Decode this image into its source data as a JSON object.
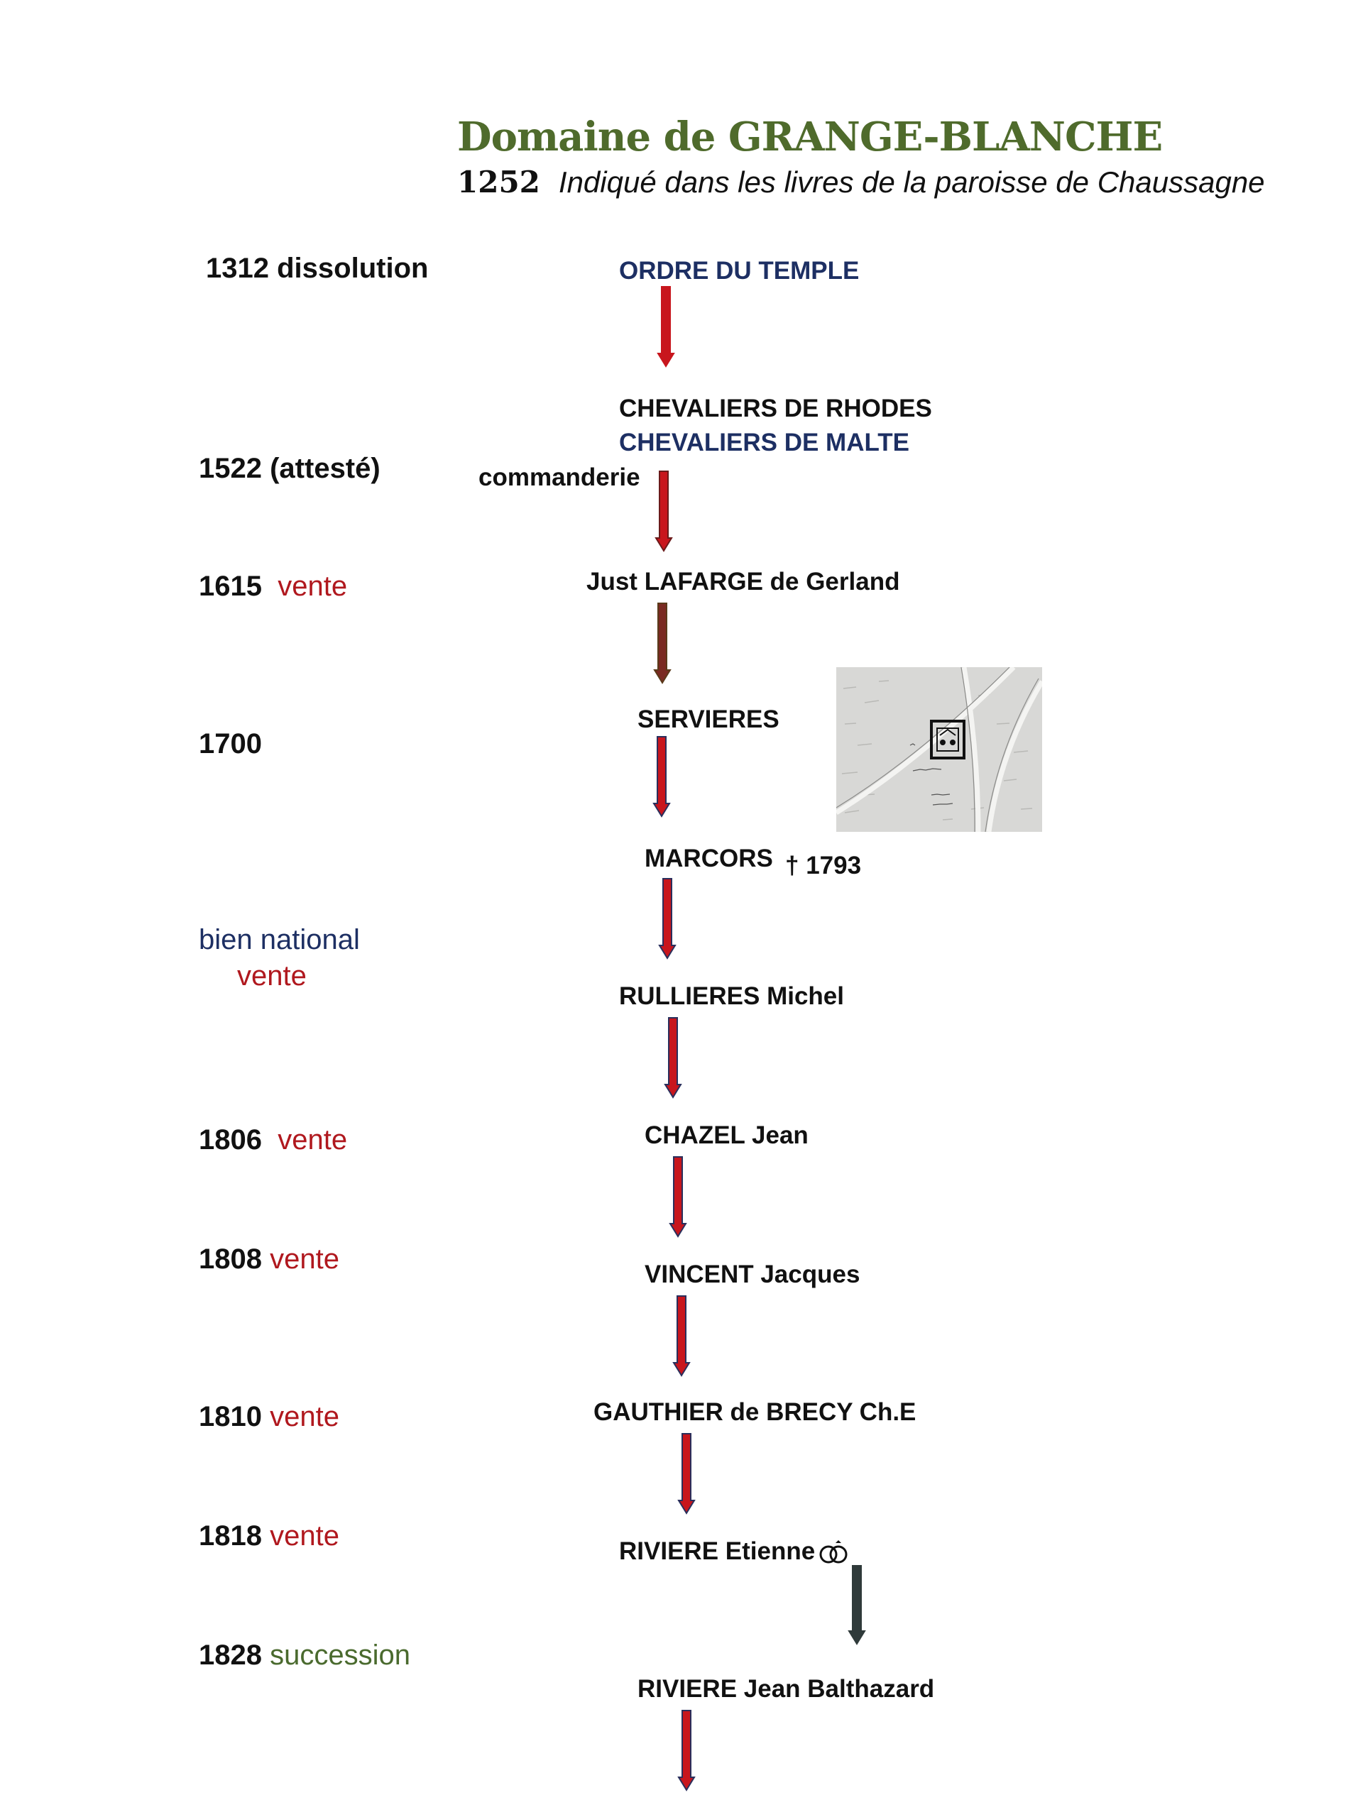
{
  "header": {
    "title": "Domaine de GRANGE-BLANCHE",
    "subtitle_year": "1252",
    "subtitle_text": "Indiqué dans les livres de la paroisse de Chaussagne"
  },
  "timeline": {
    "r1312": {
      "year": "1312",
      "event": "dissolution"
    },
    "r1522": {
      "year": "1522",
      "event": "(attesté)"
    },
    "r1615": {
      "year": "1615",
      "event": "vente"
    },
    "r1700": {
      "year": "1700"
    },
    "bien_national": {
      "line1": "bien national",
      "line2": "vente"
    },
    "r1806": {
      "year": "1806",
      "event": "vente"
    },
    "r1808": {
      "year": "1808",
      "event": "vente"
    },
    "r1810": {
      "year": "1810",
      "event": "vente"
    },
    "r1818": {
      "year": "1818",
      "event": "vente"
    },
    "r1828": {
      "year": "1828",
      "event": "succession"
    }
  },
  "owners": {
    "ordre_du_temple": "ORDRE DU TEMPLE",
    "chevaliers_rhodes": "CHEVALIERS DE RHODES",
    "chevaliers_malte": "CHEVALIERS DE MALTE",
    "commanderie": "commanderie",
    "lafarge": "Just LAFARGE de Gerland",
    "servieres": "SERVIERES",
    "marcors": "MARCORS",
    "marcors_death": "† 1793",
    "rullieres": "RULLIERES Michel",
    "chazel": "CHAZEL Jean",
    "vincent": "VINCENT Jacques",
    "gauthier": "GAUTHIER de BRECY Ch.E",
    "riviere_etienne": "RIVIERE Etienne",
    "riviere_jean": "RIVIERE Jean Balthazard"
  },
  "icons": {
    "marriage": "interlocking-rings-icon",
    "map": "cadastral-map-thumbnail"
  },
  "colors": {
    "title": "#4f6b2c",
    "vente": "#b0181e",
    "navy": "#1d2f63",
    "succession": "#4a6a2e",
    "arrow_red": "#c8161d",
    "arrow_navy": "#2a2f5c",
    "arrow_dark": "#2f3a3a"
  }
}
